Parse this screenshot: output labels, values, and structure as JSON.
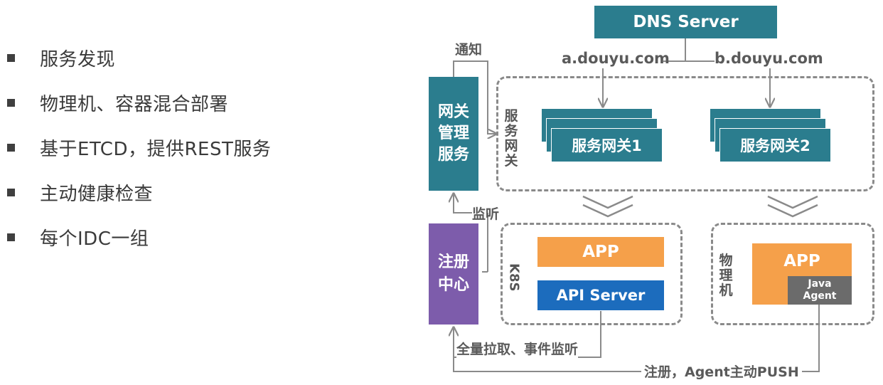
{
  "bullets": [
    "服务发现",
    "物理机、容器混合部署",
    "基于ETCD，提供REST服务",
    "主动健康检查",
    "每个IDC一组"
  ],
  "diagram": {
    "dns_server": "DNS Server",
    "domain_a": "a.douyu.com",
    "domain_b": "b.douyu.com",
    "notify": "通知",
    "gateway_mgmt": [
      "网关",
      "管理",
      "服务"
    ],
    "service_gateway_label": "服务网关",
    "gateway1": "服务网关1",
    "gateway2": "服务网关2",
    "monitor": "监听",
    "registry": [
      "注册",
      "中心"
    ],
    "k8s_label": "K8S",
    "app": "APP",
    "api_server": "API Server",
    "physical_label": "物理机",
    "java_agent": [
      "Java",
      "Agent"
    ],
    "pull_watch": "全量拉取、事件监听",
    "register_push": "注册，Agent主动PUSH"
  },
  "colors": {
    "teal": "#2b7d8e",
    "purple": "#7d5cab",
    "orange": "#f5a04a",
    "blue": "#1c6cbd",
    "gray": "#6b6b6b"
  }
}
